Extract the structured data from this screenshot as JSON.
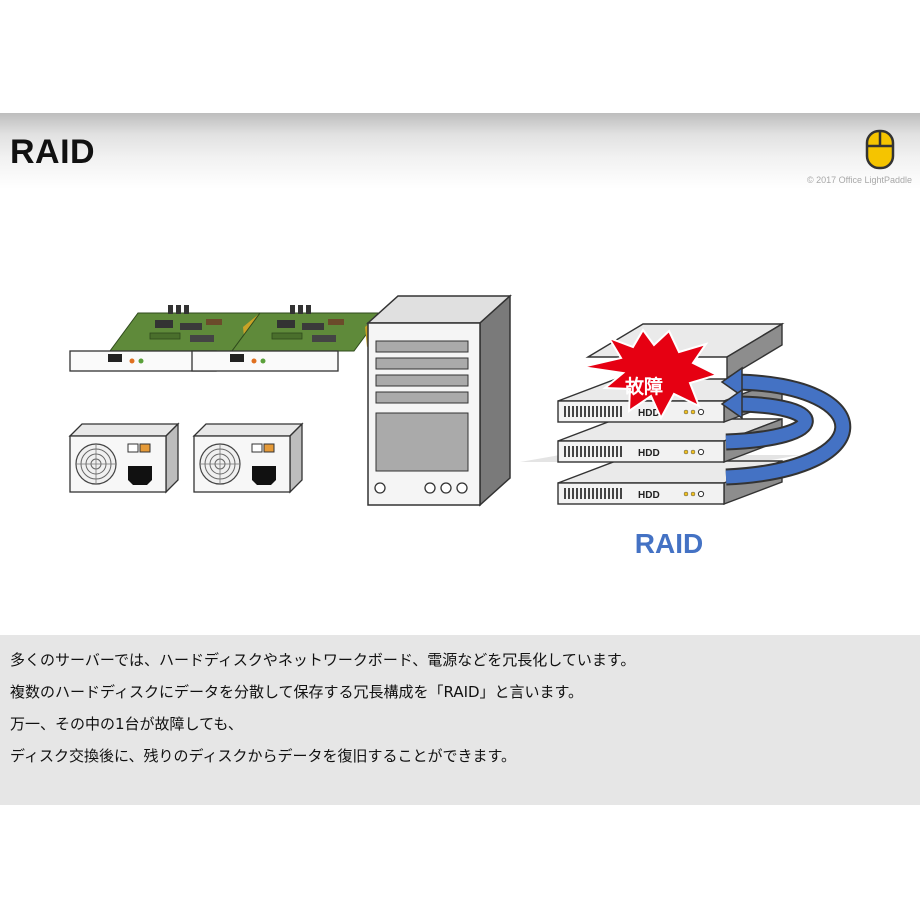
{
  "header": {
    "title": "RAID",
    "copyright": "© 2017 Office LightPaddle",
    "logo_icon": "mouse-icon"
  },
  "diagram": {
    "hdd_label": "HDD",
    "failure_label": "故障",
    "raid_label": "RAID",
    "colors": {
      "raid_blue": "#4472c4",
      "failure_red": "#e60012",
      "board_green": "#5f8a3a",
      "logo_yellow": "#f5c400"
    }
  },
  "description": {
    "lines": [
      "多くのサーバーでは、ハードディスクやネットワークボード、電源などを冗長化しています。",
      "複数のハードディスクにデータを分散して保存する冗長構成を「RAID」と言います。",
      "万一、その中の1台が故障しても、",
      "ディスク交換後に、残りのディスクからデータを復旧することができます。"
    ]
  }
}
